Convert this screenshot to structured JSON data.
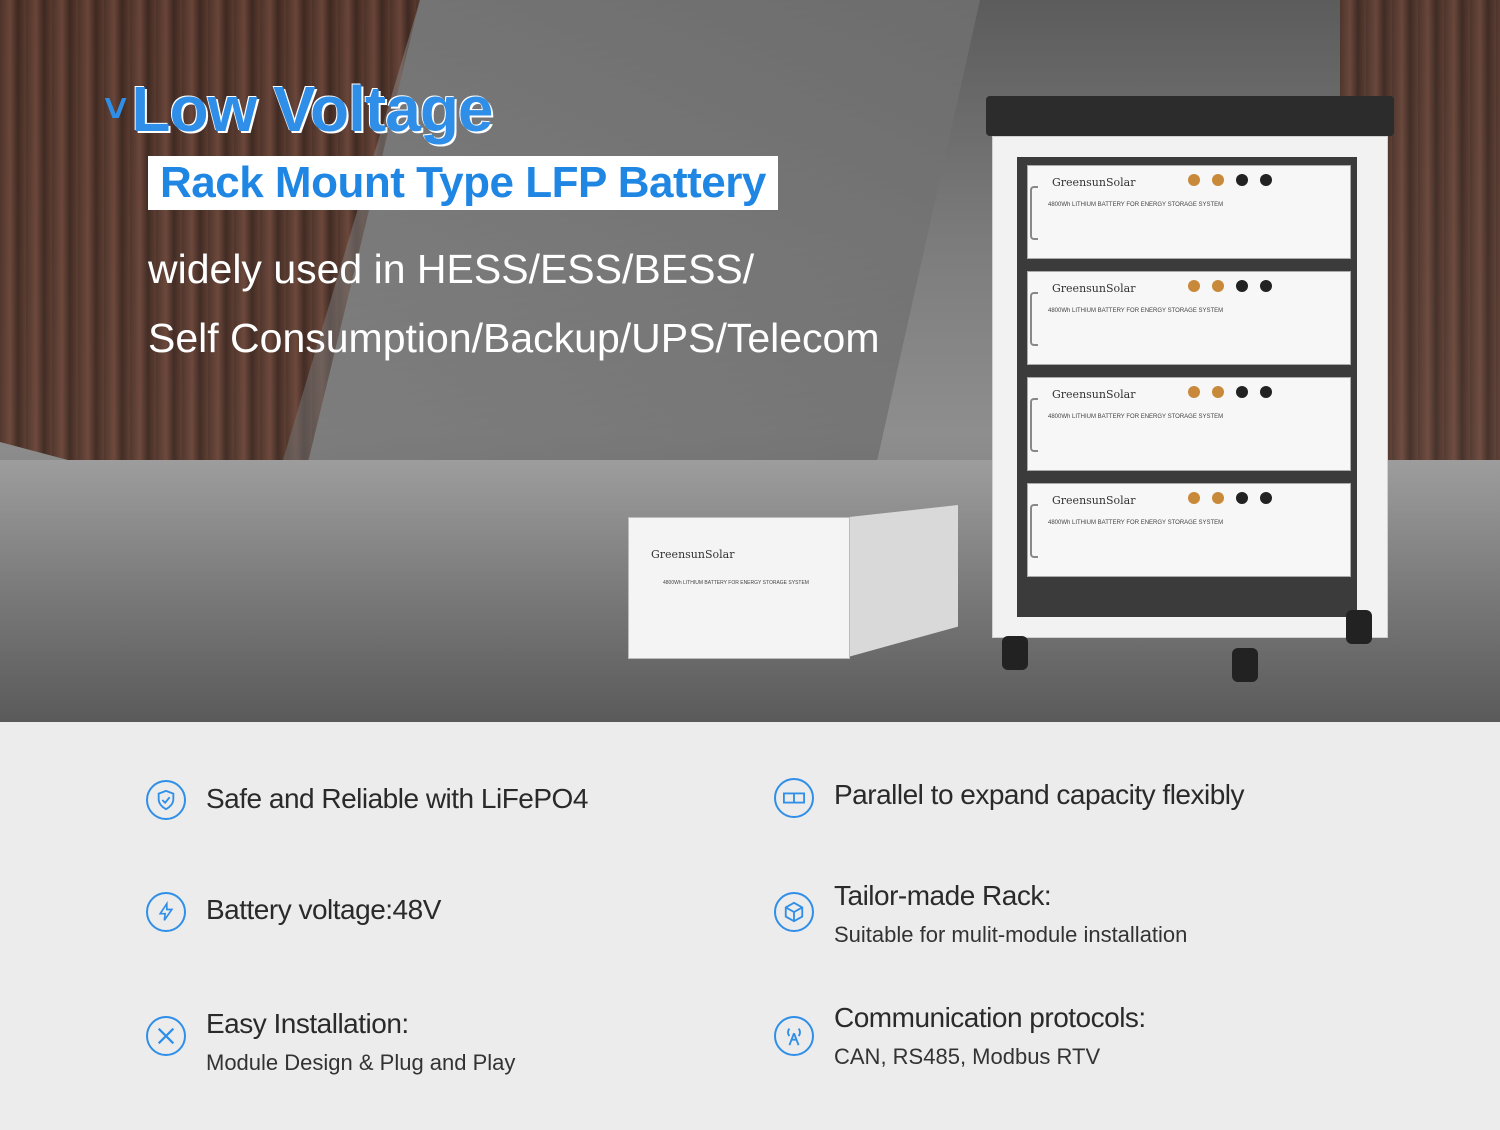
{
  "hero": {
    "chevron": "˅",
    "title": "Low Voltage",
    "subtitle": "Rack Mount Type LFP Battery",
    "desc_line1": "widely used in HESS/ESS/BESS/",
    "desc_line2": "Self Consumption/Backup/UPS/Telecom",
    "product_brand": "GreensunSolar",
    "module_text": "4800Wh LITHIUM BATTERY FOR ENERGY STORAGE SYSTEM"
  },
  "features": [
    {
      "icon": "shield-check-icon",
      "title": "Safe and Reliable with LiFePO4",
      "subtitle": ""
    },
    {
      "icon": "lightning-icon",
      "title": "Battery voltage:48V",
      "subtitle": ""
    },
    {
      "icon": "wrench-screwdriver-icon",
      "title": "Easy Installation:",
      "subtitle": "Module Design & Plug and Play"
    },
    {
      "icon": "battery-parallel-icon",
      "title": "Parallel to expand capacity flexibly",
      "subtitle": ""
    },
    {
      "icon": "cube-icon",
      "title": "Tailor-made Rack:",
      "subtitle": "Suitable for mulit-module installation"
    },
    {
      "icon": "antenna-icon",
      "title": "Communication protocols:",
      "subtitle": "CAN, RS485, Modbus RTV"
    }
  ],
  "colors": {
    "accent": "#2f8fe8",
    "background": "#ececec"
  }
}
